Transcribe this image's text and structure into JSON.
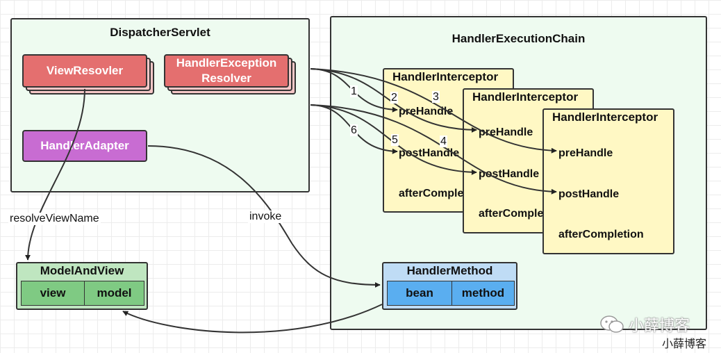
{
  "dispatcher": {
    "title": "DispatcherServlet",
    "view_resolver": "ViewResovler",
    "exception_resolver": "HandlerException\nResolver",
    "handler_adapter": "HandlerAdapter"
  },
  "chain": {
    "title": "HandlerExecutionChain",
    "interceptors": [
      {
        "title": "HandlerInterceptor",
        "pre": "preHandle",
        "post": "postHandle",
        "after": "afterComple"
      },
      {
        "title": "HandlerInterceptor",
        "pre": "preHandle",
        "post": "postHandle",
        "after": "afterComple"
      },
      {
        "title": "HandlerInterceptor",
        "pre": "preHandle",
        "post": "postHandle",
        "after": "afterCompletion"
      }
    ],
    "handler_method": {
      "title": "HandlerMethod",
      "bean": "bean",
      "method": "method"
    }
  },
  "model_and_view": {
    "title": "ModelAndView",
    "view": "view",
    "model": "model"
  },
  "edges": {
    "resolve_view_name": "resolveViewName",
    "invoke": "invoke",
    "steps": [
      "1",
      "2",
      "3",
      "4",
      "5",
      "6"
    ]
  },
  "watermark": {
    "title": "小薛博客",
    "caption": "小薛博客"
  },
  "colors": {
    "panel_bg": "#eefbf0",
    "red": "#e46f6f",
    "purple": "#c86cd2",
    "interceptor": "#fff8c4",
    "model_and_view": "#bfe6c0",
    "model_cells": "#7fca83",
    "handler_method": "#bfdcf5",
    "handler_cells": "#5aaef0"
  }
}
